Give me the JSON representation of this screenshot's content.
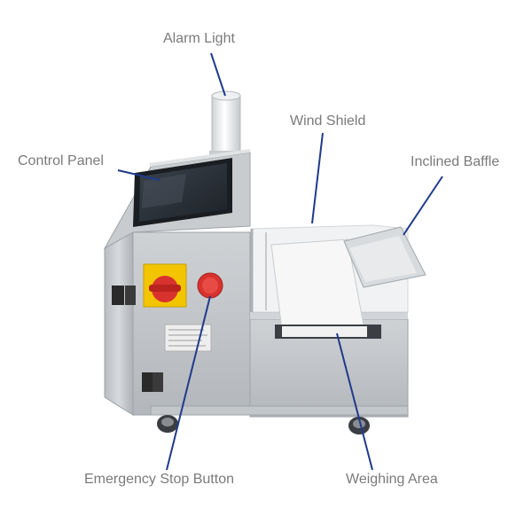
{
  "labels": {
    "alarm_light": "Alarm Light",
    "wind_shield": "Wind Shield",
    "control_panel": "Control Panel",
    "inclined_baffle": "Inclined Baffle",
    "emergency_stop_button": "Emergency Stop Button",
    "weighing_area": "Weighing Area"
  },
  "colors": {
    "label_text": "#7a7a7a",
    "leader_line": "#1f3a8c",
    "steel_light": "#d9dcdf",
    "steel_mid": "#bfc3c7",
    "steel_dark": "#9aa0a6",
    "screen": "#2b3138",
    "estop_red": "#d8322e",
    "estop_yellow": "#f2c500",
    "belt": "#f4f4f4"
  }
}
